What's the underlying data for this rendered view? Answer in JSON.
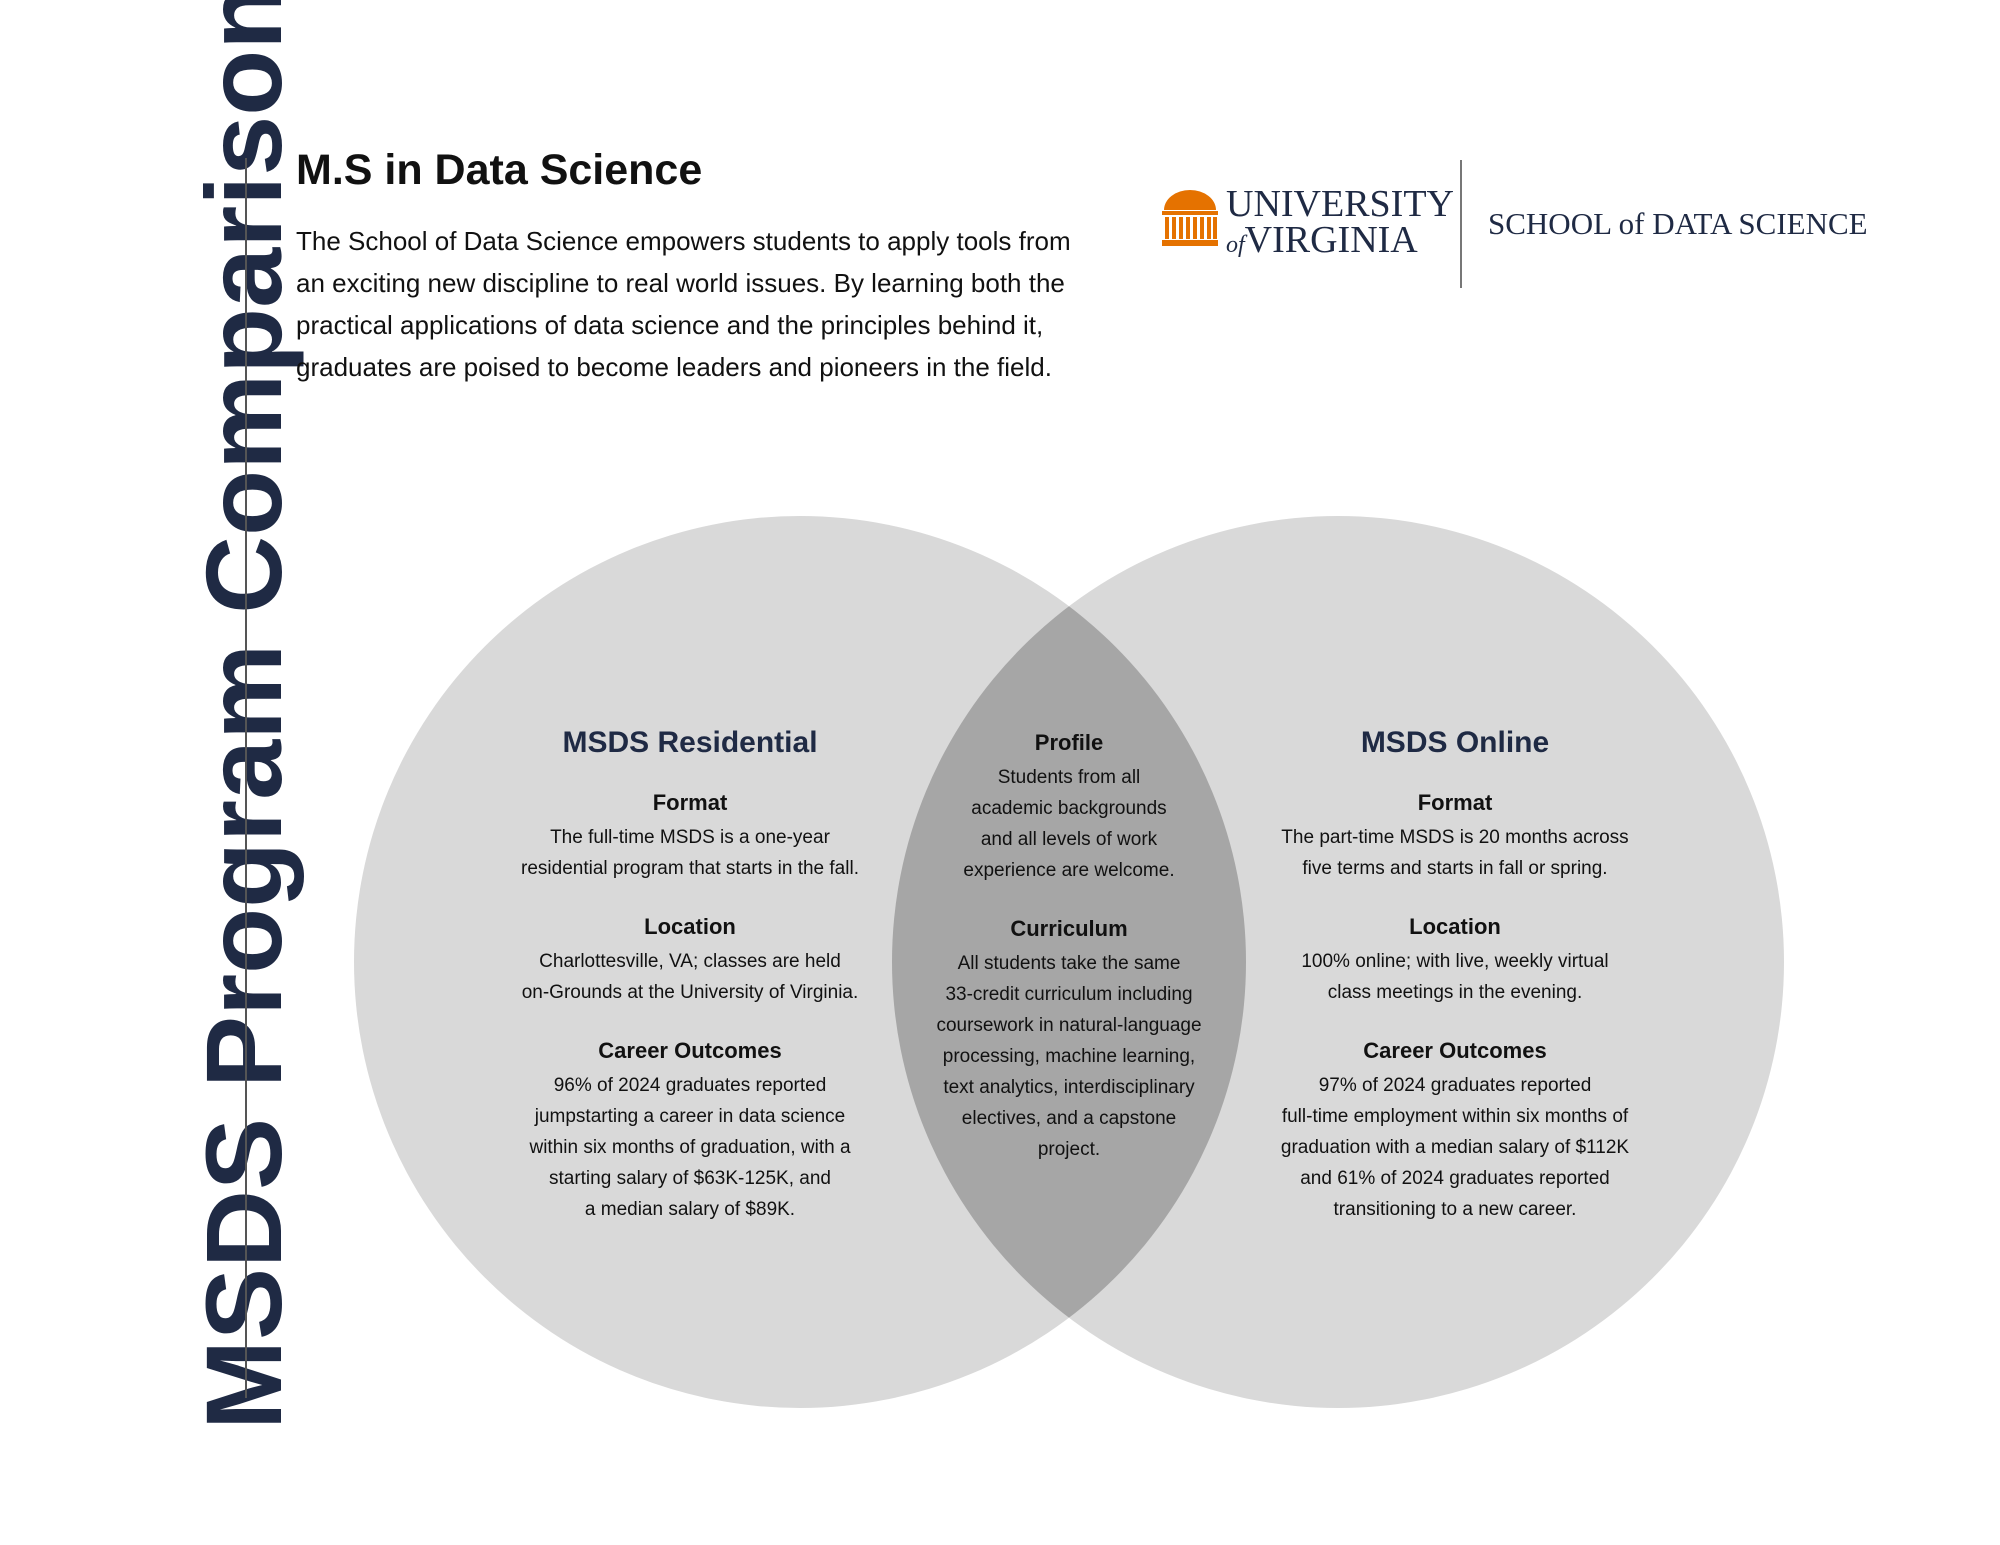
{
  "side_title": "MSDS Program Comparison",
  "heading": "M.S in Data Science",
  "intro": "The School of Data Science empowers students to apply tools from an exciting new discipline to real world issues. By learning both the practical applications of data science and the principles behind it, graduates are poised to become leaders and pioneers in the field.",
  "logo": {
    "university_line1": "UNIVERSITY",
    "university_of": "of",
    "university_line2": "VIRGINIA",
    "school": "SCHOOL of DATA SCIENCE",
    "emblem_icon": "rotunda-icon",
    "emblem_color": "#e57200"
  },
  "colors": {
    "navy": "#1f2a44",
    "circle": "#d9d9d9",
    "overlap": "#a6a6a6"
  },
  "residential": {
    "title": "MSDS Residential",
    "format_title": "Format",
    "format_body": "The full-time MSDS is a one-year\nresidential program that starts in the fall.",
    "location_title": "Location",
    "location_body": "Charlottesville, VA; classes are held\non-Grounds at the University of Virginia.",
    "career_title": "Career Outcomes",
    "career_body": "96% of 2024 graduates reported\njumpstarting a career in data science\nwithin six months of graduation, with a\nstarting salary of $63K-125K, and\na median salary of $89K."
  },
  "shared": {
    "profile_title": "Profile",
    "profile_body": "Students from all\nacademic backgrounds\nand all levels of work\nexperience are welcome.",
    "curriculum_title": "Curriculum",
    "curriculum_body": "All students take the same\n33-credit curriculum including\ncoursework in natural-language\nprocessing, machine learning,\ntext analytics, interdisciplinary\nelectives, and a capstone\nproject."
  },
  "online": {
    "title": "MSDS Online",
    "format_title": "Format",
    "format_body": "The part-time MSDS is 20 months across\nfive terms and starts in fall or spring.",
    "location_title": "Location",
    "location_body": "100% online; with live, weekly virtual\nclass meetings in the evening.",
    "career_title": "Career Outcomes",
    "career_body": "97% of 2024 graduates reported\nfull-time employment within six months of\ngraduation with a median salary of $112K\nand 61% of 2024 graduates reported\ntransitioning to a new career."
  }
}
